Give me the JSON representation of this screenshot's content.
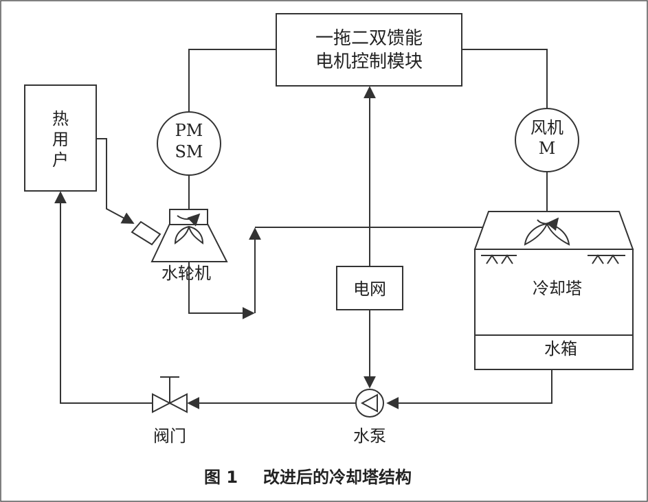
{
  "module": {
    "line1": "一拖二双馈能",
    "line2": "电机控制模块"
  },
  "heat_user": {
    "c1": "热",
    "c2": "用",
    "c3": "户"
  },
  "generator": {
    "line1": "PM",
    "line2": "SM"
  },
  "fan_motor": {
    "line1": "风机",
    "line2": "M"
  },
  "turbine_label": "水轮机",
  "grid_label": "电网",
  "tower_label": "冷却塔",
  "tank_label": "水箱",
  "valve_label": "阀门",
  "pump_label": "水泵",
  "caption": {
    "figure": "图 1",
    "title": "改进后的冷却塔结构"
  }
}
